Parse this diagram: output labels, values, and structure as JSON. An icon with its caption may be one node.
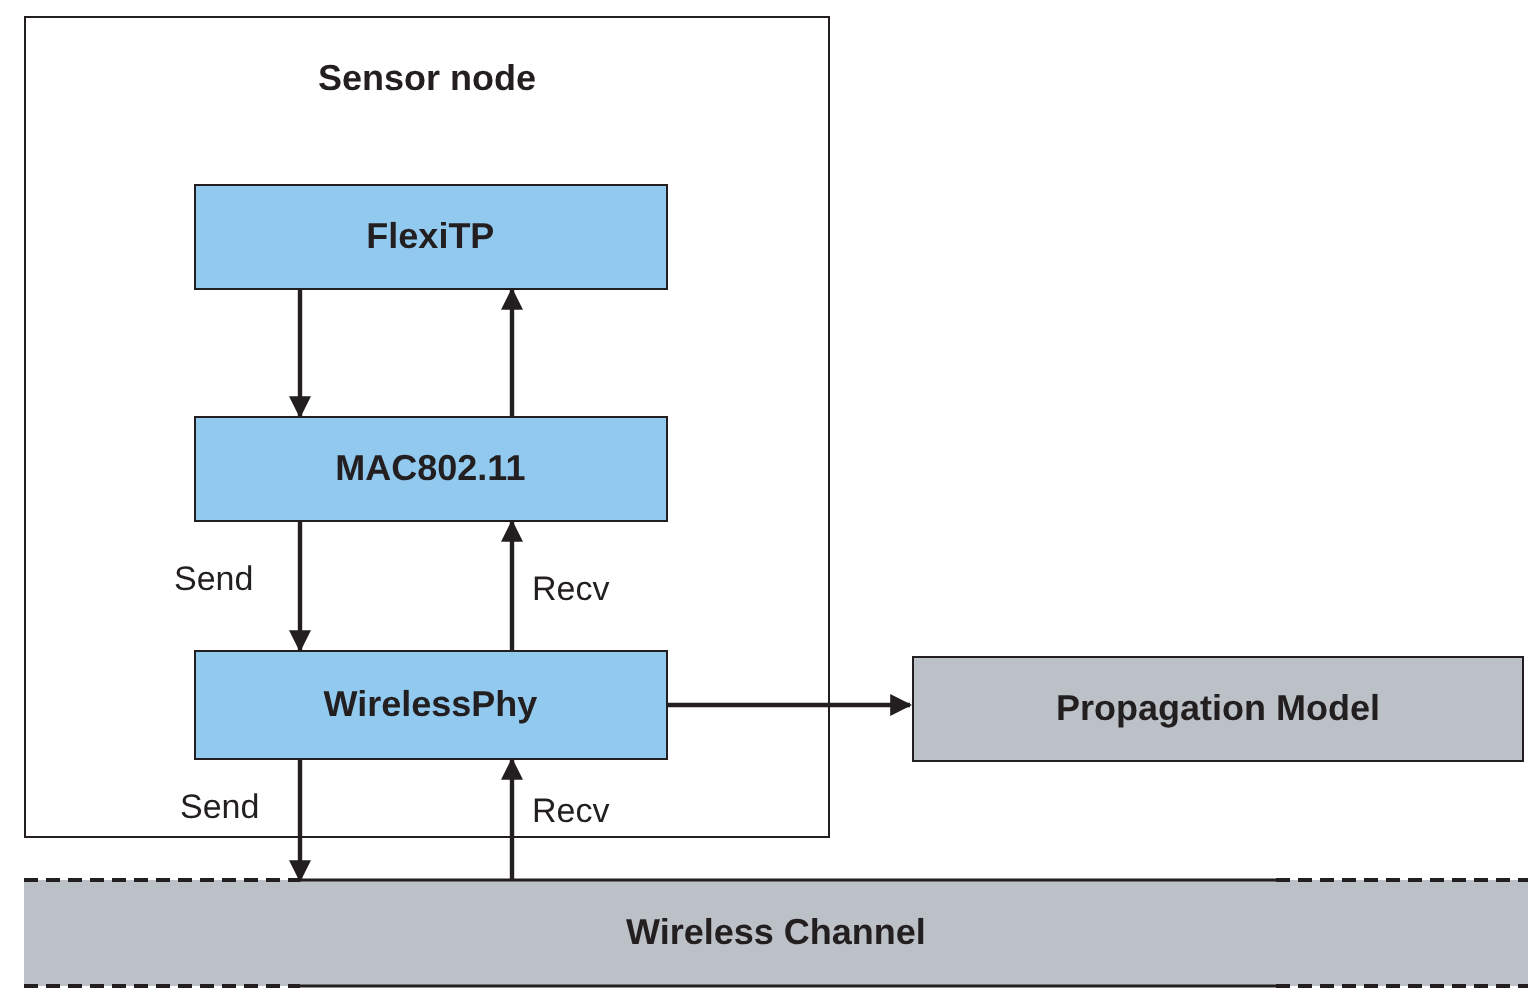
{
  "diagram": {
    "nodes": [
      {
        "text": [
          "Sensor node"
        ]
      },
      {
        "text": [
          "FlexiTP"
        ],
        "in": 0
      },
      {
        "text": [
          "MAC802.11"
        ],
        "in": 0
      },
      {
        "text": [
          "WirelessPhy"
        ],
        "in": 0
      },
      {
        "text": [
          "Propagation Model"
        ]
      },
      {
        "text": [
          "Wireless Channel"
        ]
      }
    ],
    "edges": [
      {
        "from": 1,
        "to": 2,
        "arrow": "to"
      },
      {
        "from": 2,
        "to": 1,
        "arrow": "to"
      },
      {
        "from": 2,
        "to": 3,
        "arrow": "to",
        "label": "Send"
      },
      {
        "from": 3,
        "to": 2,
        "arrow": "to",
        "label": "Recv"
      },
      {
        "from": 3,
        "to": 4,
        "arrow": "to"
      },
      {
        "from": 3,
        "to": 5,
        "arrow": "to",
        "label": "Send"
      },
      {
        "from": 5,
        "to": 3,
        "arrow": "to",
        "label": "Recv"
      }
    ]
  }
}
